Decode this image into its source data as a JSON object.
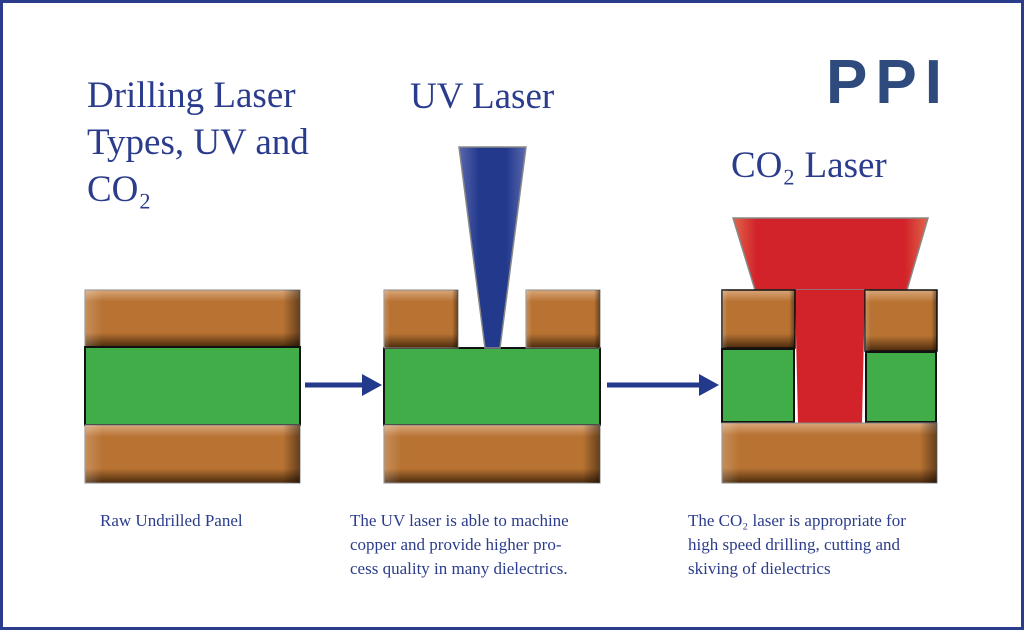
{
  "title": {
    "line1": "Drilling Laser",
    "line2": "Types, UV and",
    "line3": "CO₂"
  },
  "logo": "PPI",
  "uv_label": "UV Laser",
  "co2_label": "CO₂ Laser",
  "captions": {
    "raw": "Raw Undrilled Panel",
    "uv": [
      "The UV laser is able to machine",
      "copper and provide higher pro-",
      "cess quality in many dielectrics."
    ],
    "co2": [
      "The CO₂ laser is appropriate for",
      "high speed drilling, cutting and",
      "skiving of dielectrics"
    ]
  },
  "colors": {
    "frame": "#2b3c8c",
    "copper": "#b87333",
    "dielectric": "#41ad49",
    "uv_beam": "#22398c",
    "co2_beam": "#d2232a",
    "arrow": "#22398c"
  }
}
